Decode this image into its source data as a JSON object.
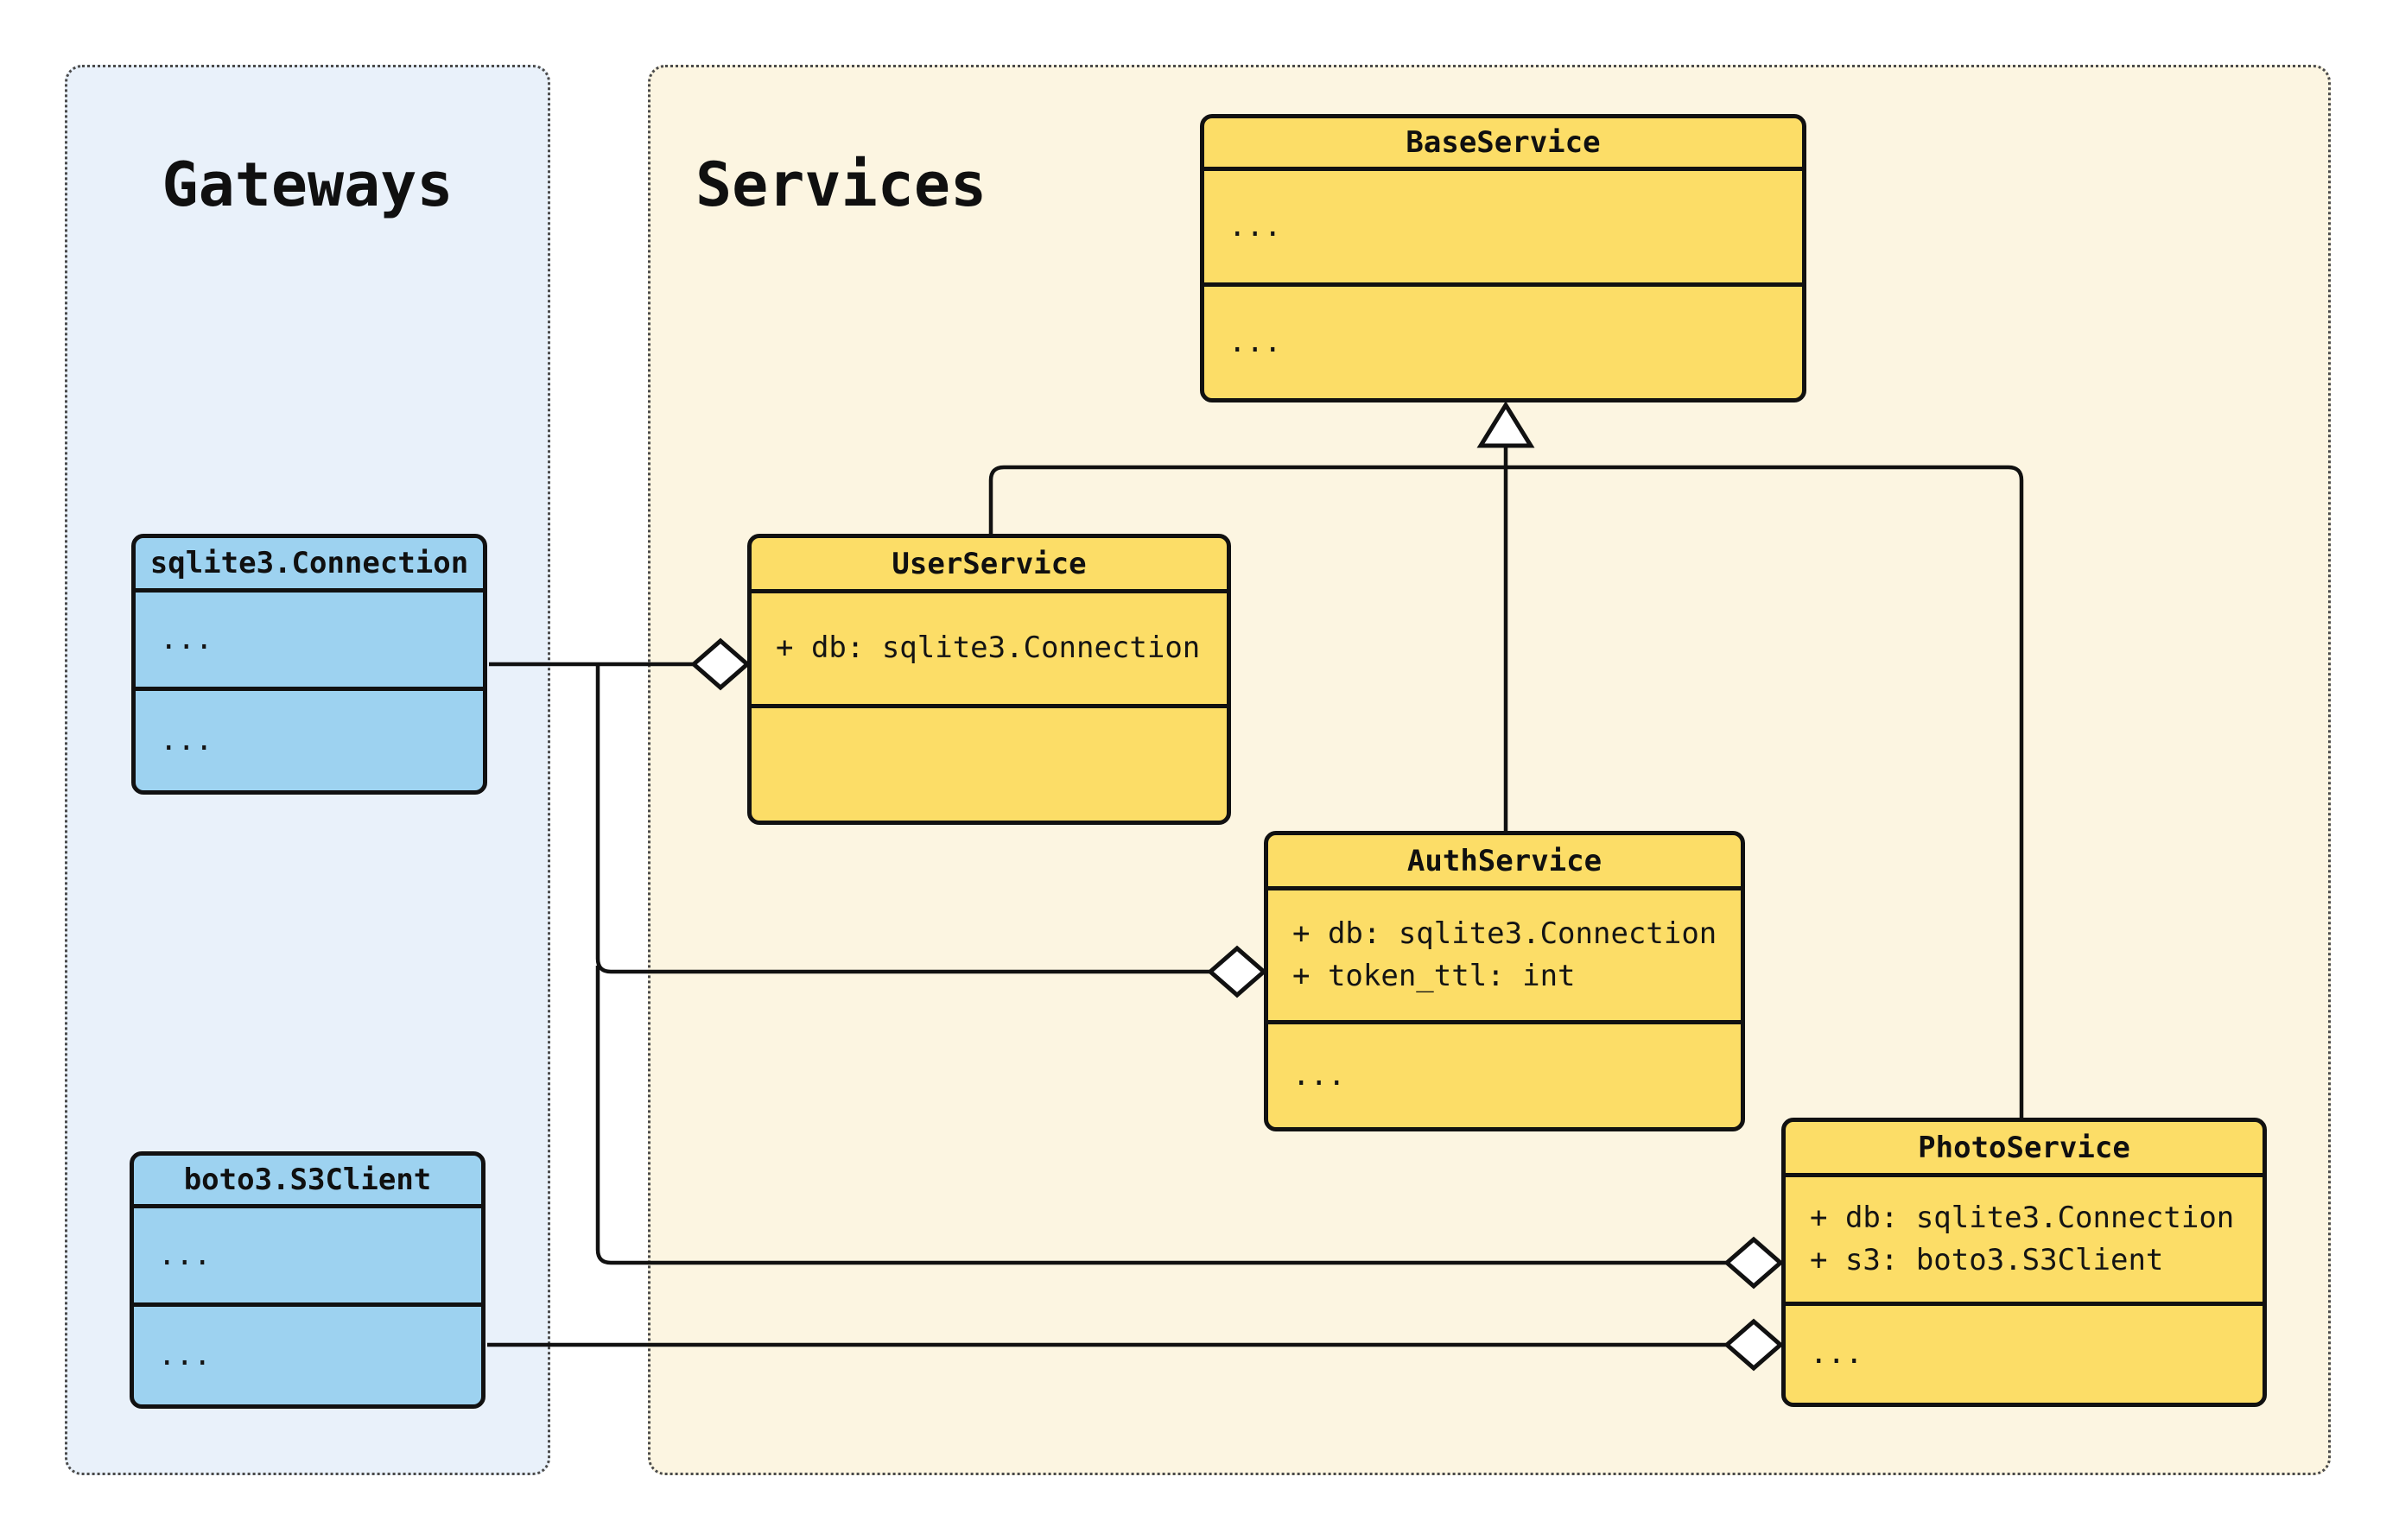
{
  "diagram_type": "uml-class-diagram",
  "colors": {
    "gateways_panel_bg": "#E9F1FA",
    "services_panel_bg": "#FCF5E1",
    "gateway_class_fill": "#9DD2F0",
    "service_class_fill": "#FCDD67",
    "line_color": "#111111"
  },
  "panels": {
    "gateways": {
      "title": "Gateways"
    },
    "services": {
      "title": "Services"
    }
  },
  "classes": {
    "sqlite": {
      "title": "sqlite3.Connection",
      "attributes": [
        "..."
      ],
      "methods": [
        "..."
      ]
    },
    "boto": {
      "title": "boto3.S3Client",
      "attributes": [
        "..."
      ],
      "methods": [
        "..."
      ]
    },
    "base": {
      "title": "BaseService",
      "attributes": [
        "..."
      ],
      "methods": [
        "..."
      ]
    },
    "user": {
      "title": "UserService",
      "attributes": [
        "+ db: sqlite3.Connection"
      ],
      "methods": []
    },
    "auth": {
      "title": "AuthService",
      "attributes": [
        "+ db: sqlite3.Connection",
        "+ token_ttl: int"
      ],
      "methods": [
        "..."
      ]
    },
    "photo": {
      "title": "PhotoService",
      "attributes": [
        "+ db: sqlite3.Connection",
        "+ s3: boto3.S3Client"
      ],
      "methods": [
        "..."
      ]
    }
  },
  "relationships": [
    {
      "type": "inheritance",
      "child": "UserService",
      "parent": "BaseService"
    },
    {
      "type": "inheritance",
      "child": "AuthService",
      "parent": "BaseService"
    },
    {
      "type": "inheritance",
      "child": "PhotoService",
      "parent": "BaseService"
    },
    {
      "type": "aggregation",
      "whole": "UserService",
      "part": "sqlite3.Connection"
    },
    {
      "type": "aggregation",
      "whole": "AuthService",
      "part": "sqlite3.Connection"
    },
    {
      "type": "aggregation",
      "whole": "PhotoService",
      "part": "sqlite3.Connection"
    },
    {
      "type": "aggregation",
      "whole": "PhotoService",
      "part": "boto3.S3Client"
    }
  ]
}
